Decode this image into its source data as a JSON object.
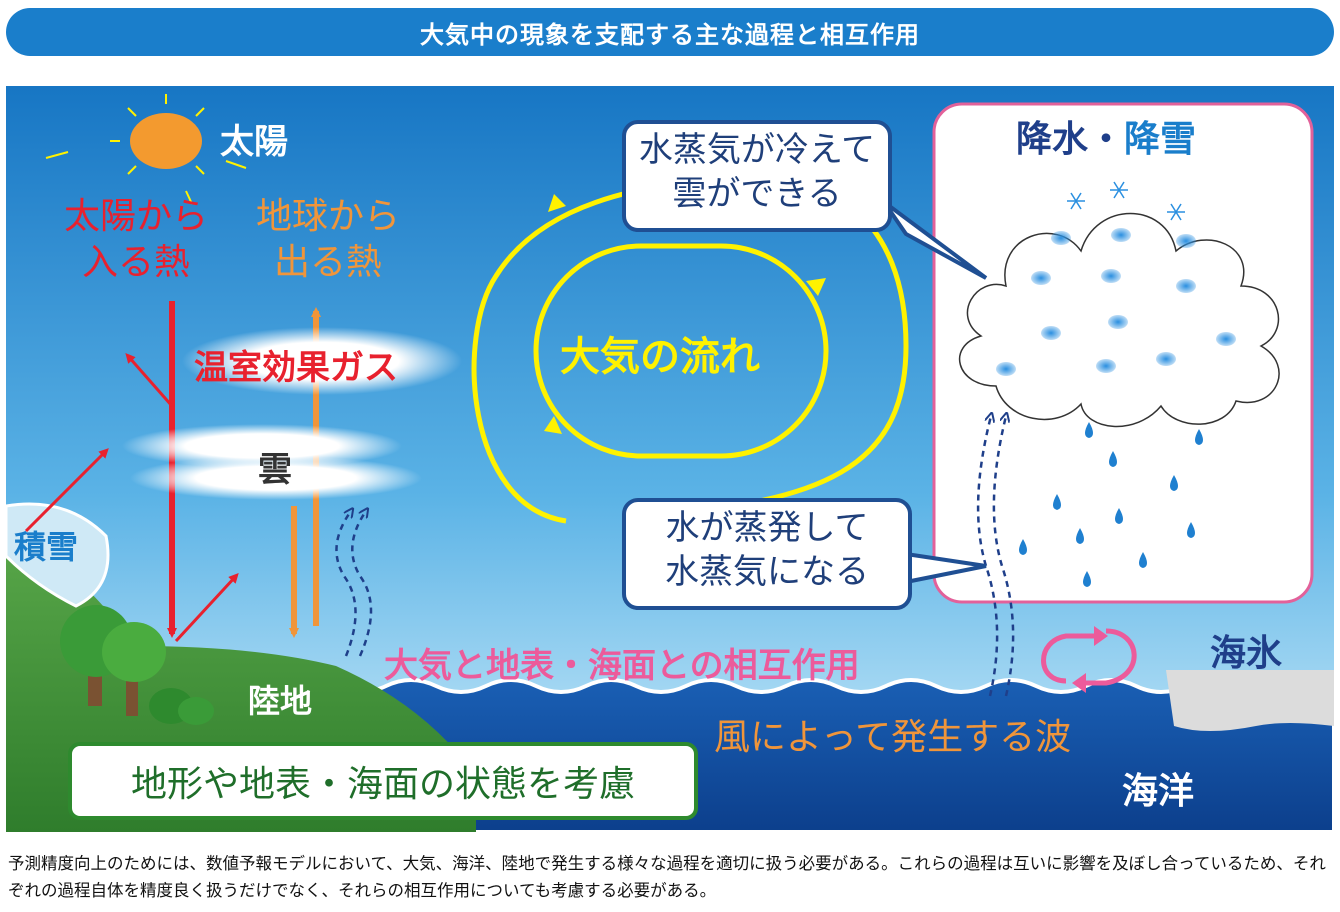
{
  "title": "大気中の現象を支配する主な過程と相互作用",
  "labels": {
    "sun": "太陽",
    "heat_in": [
      "太陽から",
      "入る熱"
    ],
    "heat_out": [
      "地球から",
      "出る熱"
    ],
    "ghg": "温室効果ガス",
    "cloud": "雲",
    "snow_cover": "積雪",
    "circulation": "大気の流れ",
    "condense": [
      "水蒸気が冷えて",
      "雲ができる"
    ],
    "evaporate": [
      "水が蒸発して",
      "水蒸気になる"
    ],
    "precip_rain": "降水",
    "precip_sep": "・",
    "precip_snow": "降雪",
    "interaction": "大気と地表・海面との相互作用",
    "sea_ice": "海氷",
    "waves": "風によって発生する波",
    "ocean": "海洋",
    "land": "陸地",
    "terrain": "地形や地表・海面の状態を考慮"
  },
  "caption": "予測精度向上のためには、数値予報モデルにおいて、大気、海洋、陸地で発生する様々な過程を適切に扱う必要がある。これらの過程は互いに影響を及ぼし合っているため、それぞれの過程自体を精度良く扱うだけでなく、それらの相互作用についても考慮する必要がある。",
  "colors": {
    "title_bg": "#1a7ecb",
    "heat_in": "#e8212e",
    "heat_out": "#f0953a",
    "circulation": "#fff200",
    "interaction": "#ec5b9b",
    "box_border": "#1f4f93",
    "precip_border": "#e2619a"
  }
}
